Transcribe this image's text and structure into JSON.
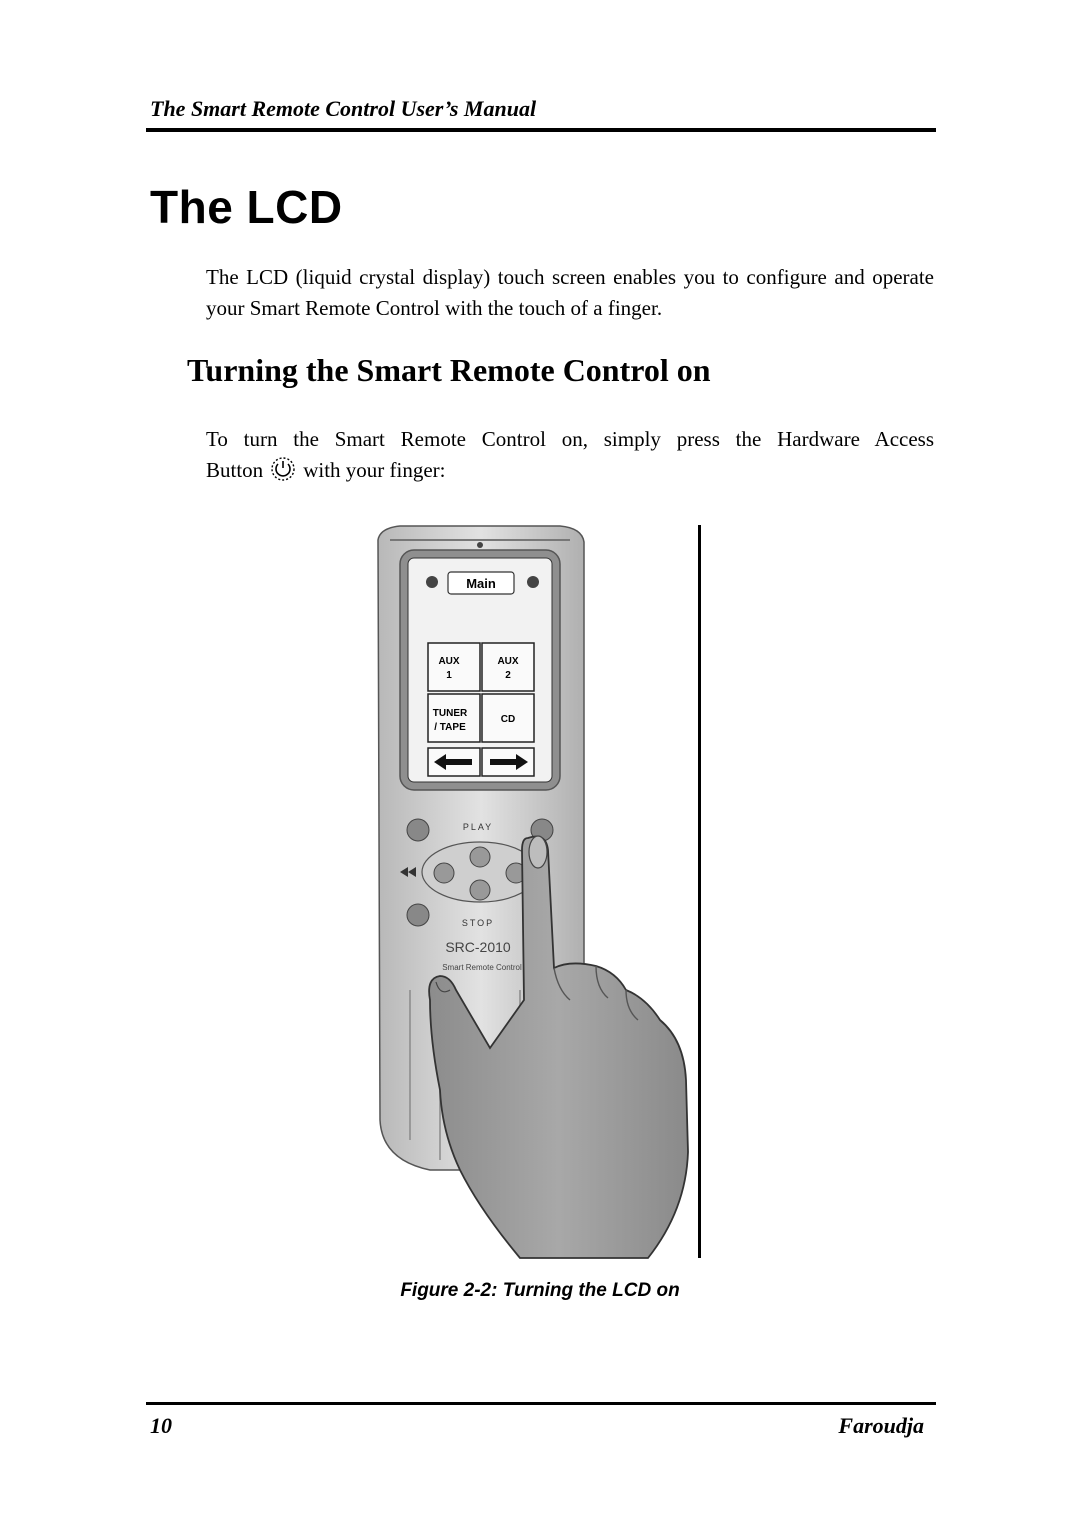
{
  "header": {
    "title": "The Smart Remote Control User’s Manual"
  },
  "section": {
    "title": "The LCD",
    "paragraph": "The LCD (liquid crystal display) touch screen enables you to configure and operate your Smart Remote Control with the touch of a finger."
  },
  "subsection": {
    "title": "Turning the Smart Remote Control on",
    "paragraph_line1": "To turn the Smart Remote Control on, simply press the Hardware Access",
    "paragraph_line2_before": "Button",
    "paragraph_line2_after": "with your finger:",
    "inline_icon": "power-button-icon"
  },
  "figure": {
    "screen_header": "Main",
    "buttons": [
      "AUX\n1",
      "AUX\n2",
      "TUNER\n/ TAPE",
      "CD"
    ],
    "label_play": "PLAY",
    "label_stop": "STOP",
    "model": "SRC-2010",
    "brand_line": "Smart Remote Control",
    "caption": "Figure 2-2: Turning the LCD on"
  },
  "footer": {
    "page_number": "10",
    "brand": "Faroudja"
  }
}
